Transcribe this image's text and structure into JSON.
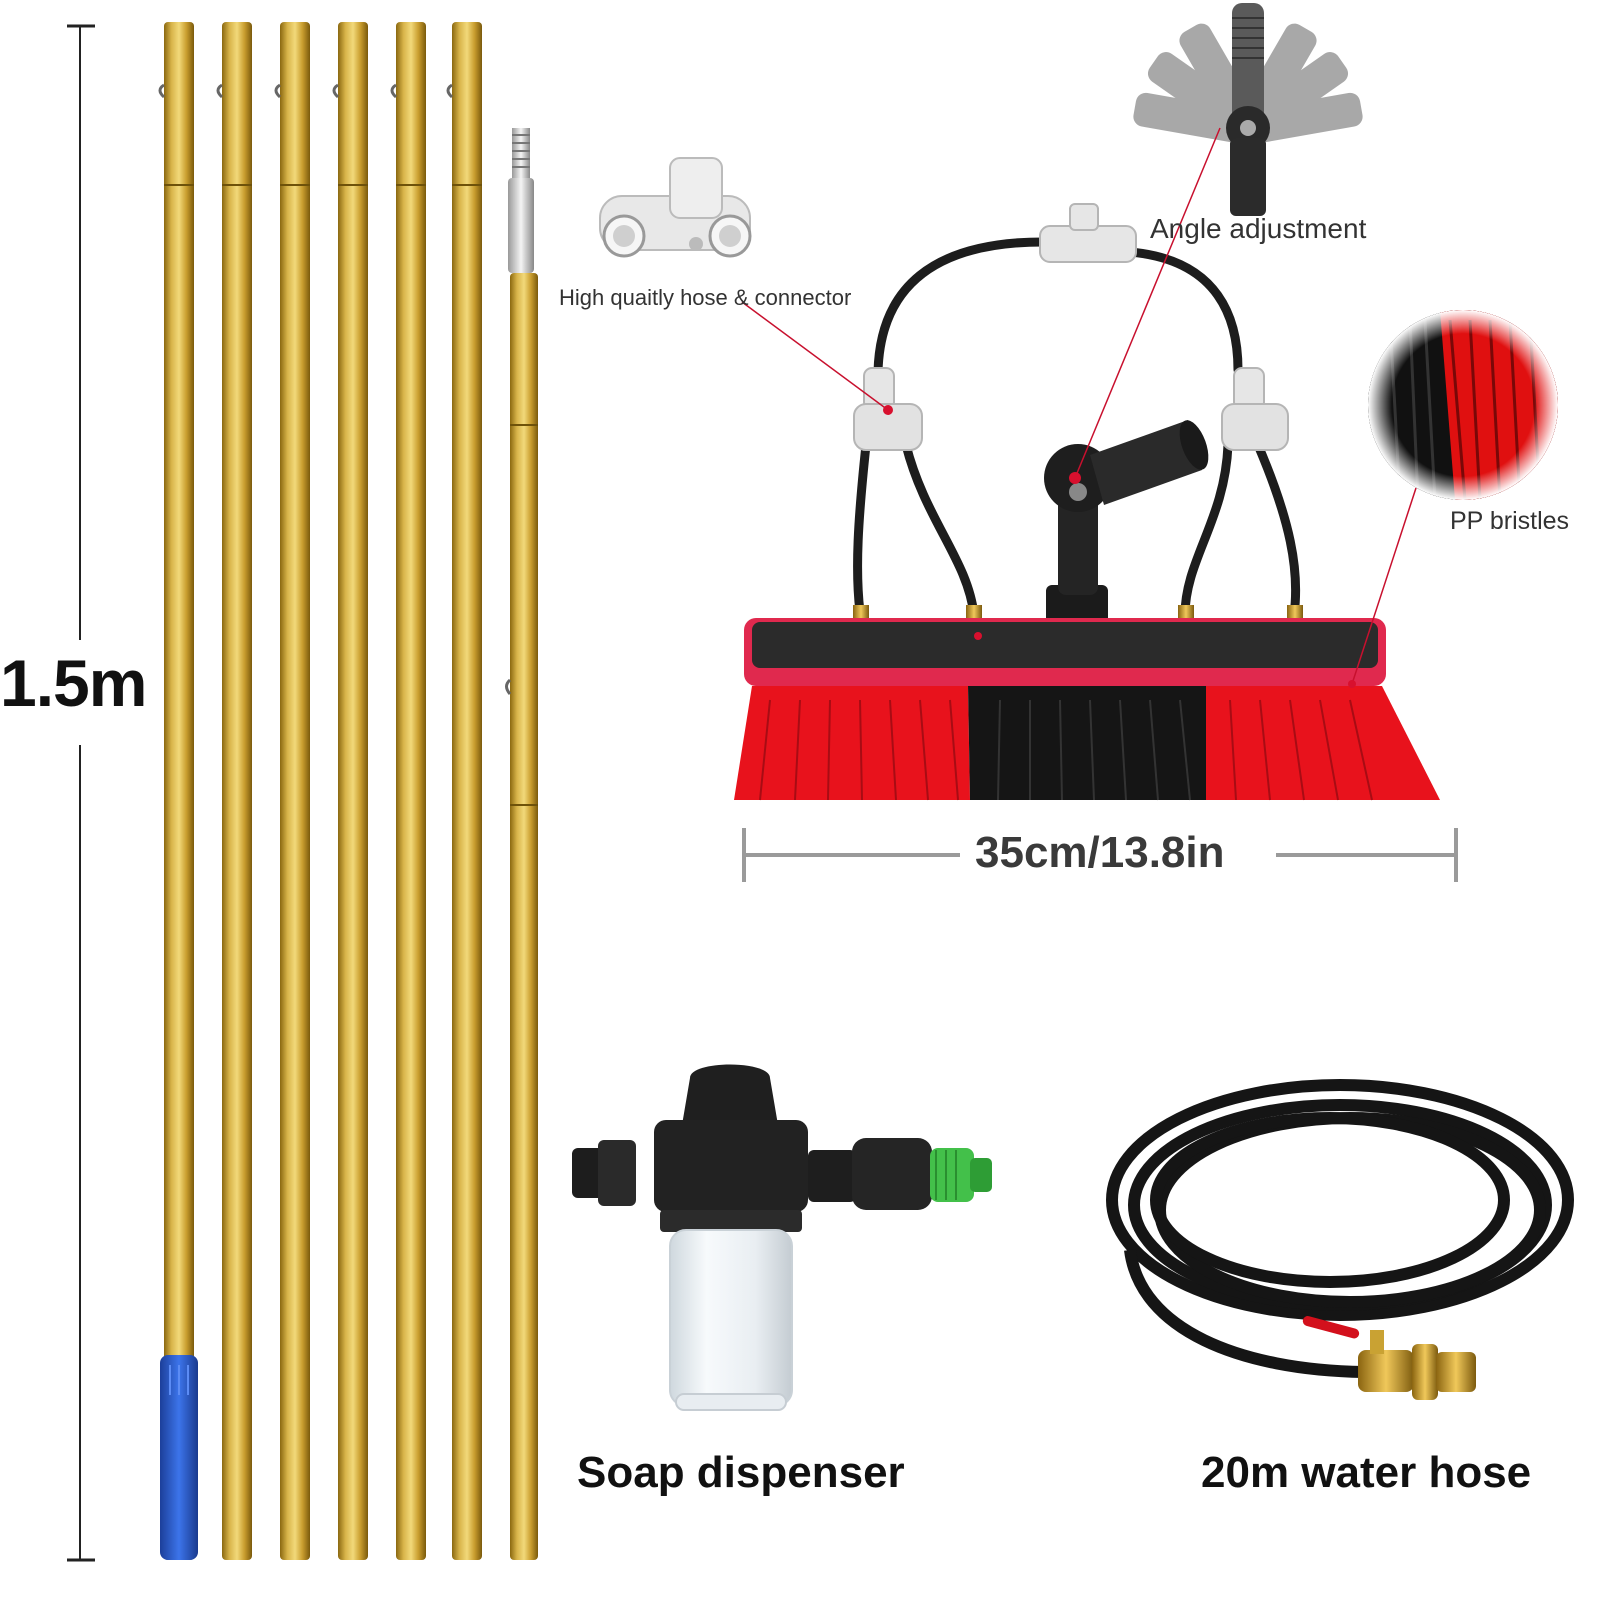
{
  "labels": {
    "height": "1.5m",
    "hose_connector": "High quaitly hose & connector",
    "angle": "Angle adjustment",
    "bristles": "PP bristles",
    "width": "35cm/13.8in",
    "soap": "Soap dispenser",
    "water_hose": "20m water hose"
  },
  "colors": {
    "pole_gold": "#c9a233",
    "bristle_red": "#e8121c",
    "bristle_black": "#151515",
    "brush_base_pink": "#e0294e",
    "grip_blue": "#2c5fd6",
    "leader_red": "#c8102e"
  }
}
